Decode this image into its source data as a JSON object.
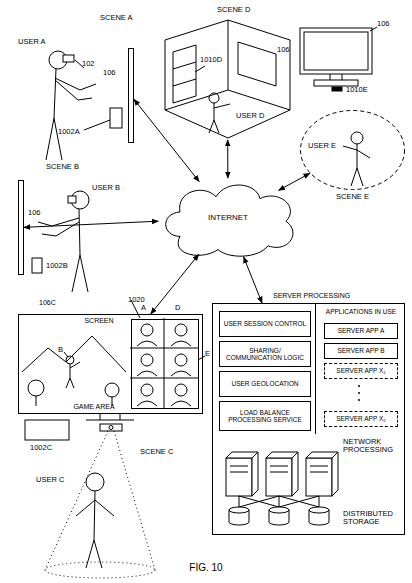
{
  "diagram": {
    "caption": "FIG. 10",
    "nodes": [
      {
        "text": [
          "106"
        ]
      },
      {
        "text": [
          "SCENE D"
        ]
      },
      {
        "text": [
          "SCENE E"
        ]
      },
      {
        "text": [
          "106"
        ]
      },
      {
        "text": [
          "INTERNET"
        ]
      },
      {
        "text": [
          "106C",
          "SCREEN",
          "GAME AREA"
        ]
      },
      {
        "text": [
          "1020"
        ],
        "in": 5
      },
      {
        "text": [
          "SERVER PROCESSING"
        ]
      },
      {
        "text": [
          "USER SESSION CONTROL"
        ],
        "in": 7
      },
      {
        "text": [
          "SHARING/ COMMUNICATION LOGIC"
        ],
        "in": 7
      },
      {
        "text": [
          "USER GEOLOCATION"
        ],
        "in": 7
      },
      {
        "text": [
          "LOAD BALANCE PROCESSING SERVICE"
        ],
        "in": 7
      },
      {
        "text": [
          "APPLICATIONS IN USE"
        ],
        "in": 7
      },
      {
        "text": [
          "SERVER APP A"
        ],
        "in": 12
      },
      {
        "text": [
          "SERVER APP B"
        ],
        "in": 12
      },
      {
        "text": [
          "SERVER APP X₁"
        ],
        "in": 12
      },
      {
        "text": [
          "SERVER APP X₂"
        ],
        "in": 12
      }
    ],
    "edges": [
      {
        "from": 0,
        "to": 4,
        "arrow": "both"
      },
      {
        "from": 1,
        "to": 4,
        "arrow": "both"
      },
      {
        "from": 2,
        "to": 4,
        "arrow": "both"
      },
      {
        "from": 3,
        "to": 4,
        "arrow": "both"
      },
      {
        "from": 5,
        "to": 4,
        "arrow": "both"
      },
      {
        "from": 4,
        "to": 7,
        "arrow": "both"
      }
    ],
    "labels": [
      "SCENE A",
      "USER A",
      "102",
      "1002A",
      "1010D",
      "USER D",
      "106",
      "106",
      "1010E",
      "USER E",
      "SCENE B",
      "USER B",
      "1002B",
      "A",
      "D",
      "B",
      "E",
      "1002C",
      "SCENE C",
      "USER C",
      "NETWORK PROCESSING",
      "DISTRIBUTED STORAGE"
    ]
  }
}
